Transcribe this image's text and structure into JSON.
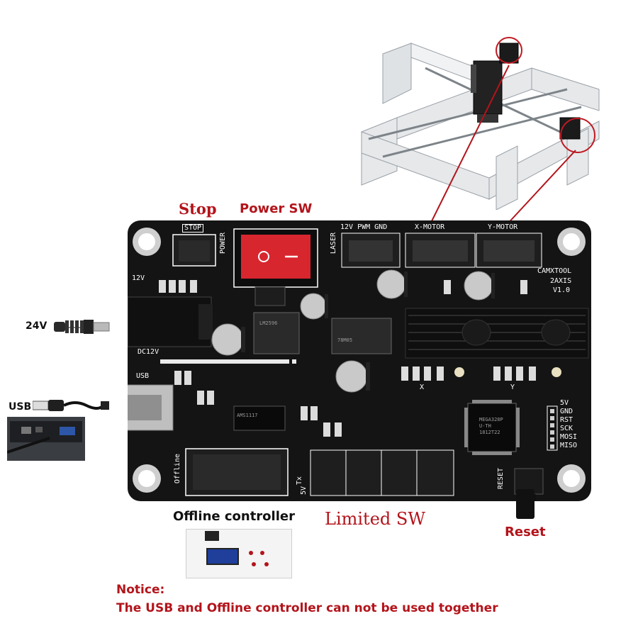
{
  "callouts": {
    "stop": "Stop",
    "power_sw": "Power SW",
    "v24": "24V",
    "usb": "USB",
    "offline_controller": "Offline controller",
    "limited_sw": "Limited SW",
    "reset": "Reset",
    "notice_title": "Notice:",
    "notice_text": "The USB and Offline controller can not be used together"
  },
  "board": {
    "stop": "STOP",
    "power": "POWER",
    "v12": "12V",
    "pwm": "12V PWM GND",
    "laser": "LASER",
    "x_motor": "X-MOTOR",
    "y_motor": "Y-MOTOR",
    "brand": "CAMXTOOL",
    "axis": "2AXIS",
    "version": "V1.0",
    "dc12v": "DC12V",
    "usb": "USB",
    "offline": "Offline",
    "tx": "Tx",
    "v5": "5V",
    "reset": "RESET",
    "x": "X",
    "y": "Y",
    "isp_pins": [
      "5V",
      "GND",
      "RST",
      "SCK",
      "MOSI",
      "MISO"
    ],
    "mcu": [
      "MEGA328P",
      "U-TH",
      "1812T22"
    ],
    "regulator": "78M05",
    "chip_left": "LM2596",
    "chip_mid": "AMS1117"
  },
  "colors": {
    "pcb": "#141414",
    "accent_red": "#b3141b",
    "switch_red": "#d8262f",
    "connector": "#1e1e1e"
  }
}
